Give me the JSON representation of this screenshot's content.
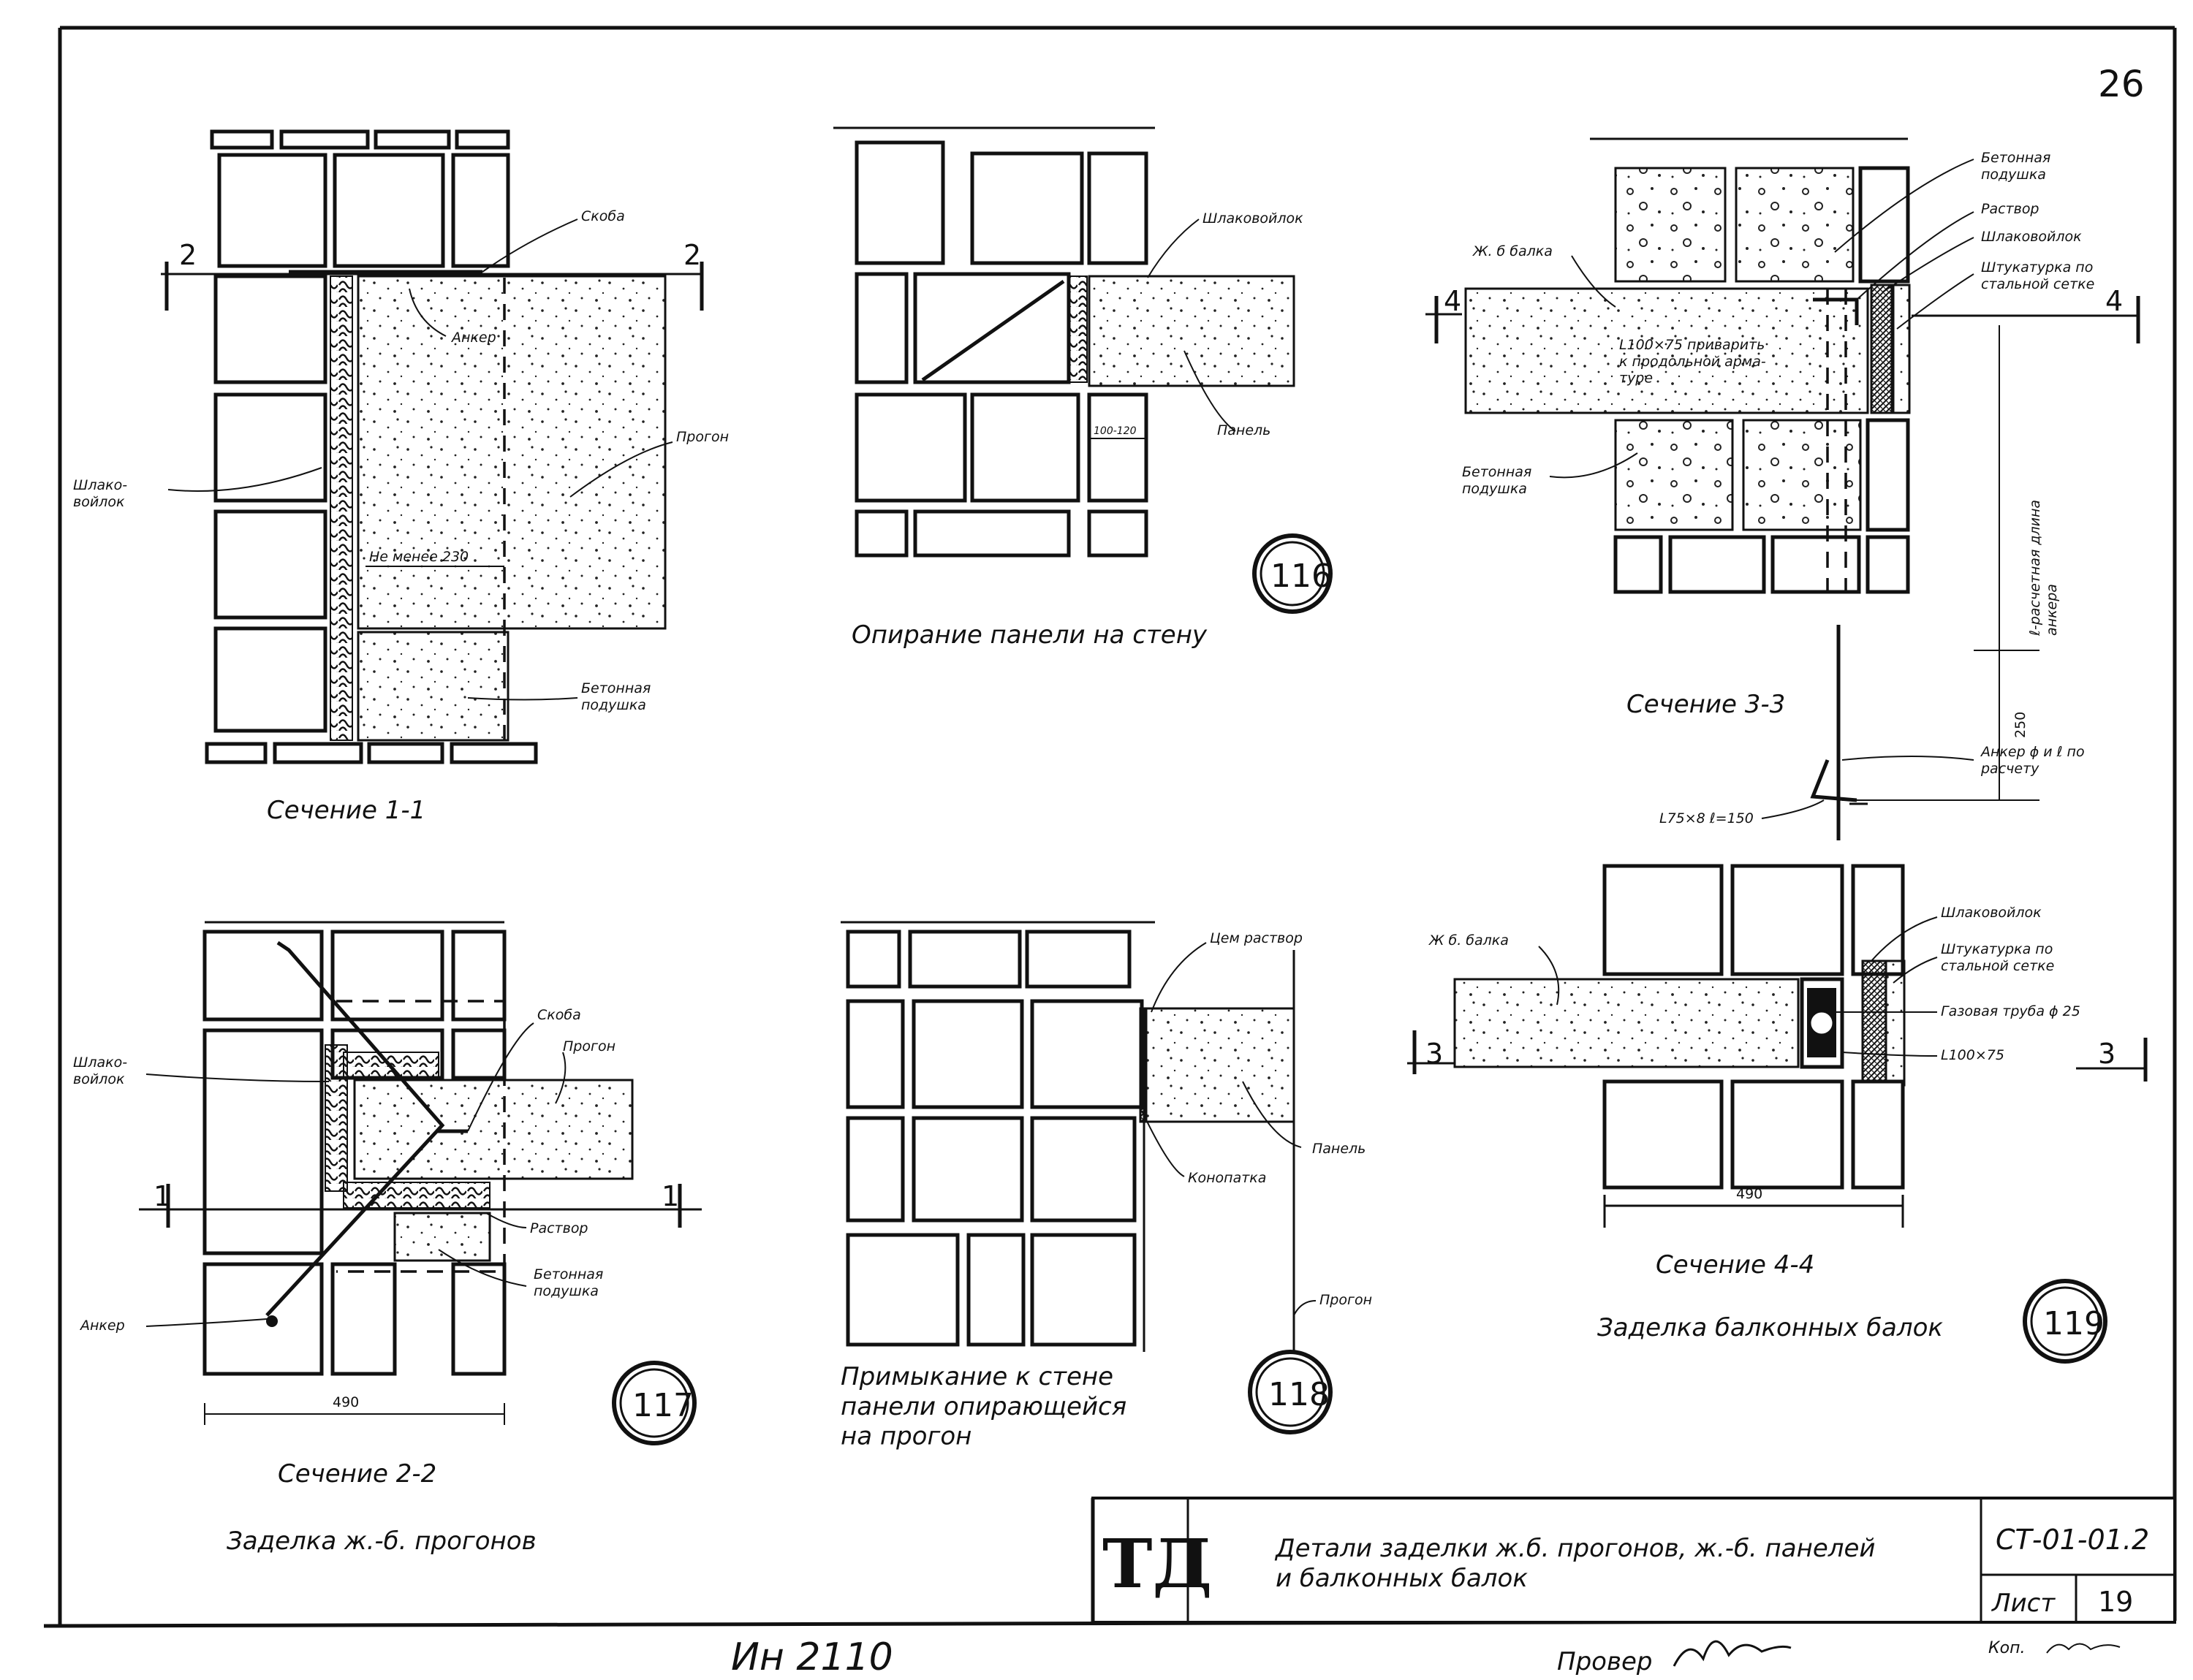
{
  "sheet": {
    "page_number": "26"
  },
  "fig116": {
    "number": "116",
    "caption": "Опирание панели на стену",
    "label_wool": "Шлаковойлок",
    "label_panel": "Панель",
    "dim": "100-120"
  },
  "sec11": {
    "caption": "Сечение 1-1",
    "cut_left": "2",
    "cut_right": "2",
    "label_skoba": "Скоба",
    "label_anchor": "Анкер",
    "label_progon": "Прогон",
    "label_wool": "Шлако-\nвойлок",
    "label_min": "Не менее 230",
    "label_pad": "Бетонная\nподушка"
  },
  "sec33": {
    "caption": "Сечение 3-3",
    "cut_left": "4",
    "cut_right": "4",
    "label_beam": "Ж. б балка",
    "label_pad_top": "Бетонная\nподушка",
    "label_mortar": "Раствор",
    "label_wool": "Шлаковойлок",
    "label_plaster": "Штукатурка по\nстальной сетке",
    "label_angle": "L100×75 приварить\nк продольной арма-\nтуре",
    "label_pad_bottom": "Бетонная\nподушка",
    "label_len": "ℓ-расчетная длина\nанкера",
    "dim_250": "250",
    "label_anchor": "Анкер ϕ и ℓ по\nрасчету",
    "label_l75": "L75×8 ℓ=150"
  },
  "fig117": {
    "number": "117",
    "caption": "Сечение 2-2",
    "subcaption": "Заделка ж.-б. прогонов",
    "cut_left": "1",
    "cut_right": "1",
    "label_wool": "Шлако-\nвойлок",
    "label_skoba": "Скоба",
    "label_progon": "Прогон",
    "label_mortar": "Раствор",
    "label_pad": "Бетонная\nподушка",
    "label_anchor": "Анкер",
    "dim": "490"
  },
  "fig118": {
    "number": "118",
    "caption": "Примыкание к стене\nпанели опирающейся\nна прогон",
    "label_mortar": "Цем раствор",
    "label_panel": "Панель",
    "label_caulk": "Конопатка",
    "label_progon": "Прогон"
  },
  "fig119": {
    "number": "119",
    "caption": "Сечение 4-4",
    "subcaption": "Заделка балконных балок",
    "cut_left": "3",
    "cut_right": "3",
    "label_beam": "Ж б. балка",
    "label_wool": "Шлаковойлок",
    "label_plaster": "Штукатурка по\nстальной сетке",
    "label_pipe": "Газовая труба ϕ 25",
    "label_angle": "L100×75",
    "dim": "490"
  },
  "title_block": {
    "logo": "ТД",
    "title": "Детали заделки ж.б. прогонов, ж.-б. панелей\nи балконных балок",
    "code": "СТ-01-01.2",
    "sheet_label": "Лист",
    "sheet_no": "19"
  },
  "handwritten": {
    "inv": "Ин 2110",
    "checked": "Провер",
    "copied": "Коп."
  }
}
